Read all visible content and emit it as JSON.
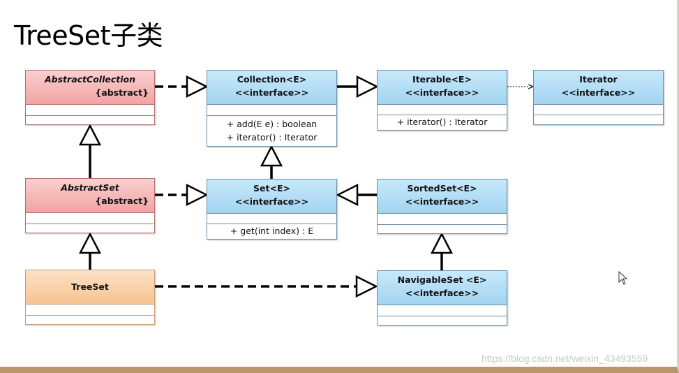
{
  "title": "TreeSet子类",
  "boxes": {
    "abstract_collection": {
      "name": "AbstractCollection",
      "stereotype": "{abstract}"
    },
    "collection": {
      "name": "Collection<E>",
      "stereotype": "<<interface>>",
      "methods": [
        "+ add(E e) : boolean",
        "+ iterator() : Iterator"
      ]
    },
    "iterable": {
      "name": "Iterable<E>",
      "stereotype": "<<interface>>",
      "methods": [
        "+ iterator() : Iterator"
      ]
    },
    "iterator": {
      "name": "Iterator",
      "stereotype": "<<interface>>"
    },
    "abstract_set": {
      "name": "AbstractSet",
      "stereotype": "{abstract}"
    },
    "set": {
      "name": "Set<E>",
      "stereotype": "<<interface>>",
      "methods": [
        "+ get(int index) : E"
      ]
    },
    "sorted_set": {
      "name": "SortedSet<E>",
      "stereotype": "<<interface>>"
    },
    "treeset": {
      "name": "TreeSet"
    },
    "navigable_set": {
      "name": "NavigableSet <E>",
      "stereotype": "<<interface>>"
    }
  },
  "watermark": "https://blog.csdn.net/weixin_43493559",
  "colors": {
    "interface": "#b5def6",
    "abstract": "#f6b9b9",
    "concrete": "#fad3ab",
    "border": "#6d8fa8"
  }
}
